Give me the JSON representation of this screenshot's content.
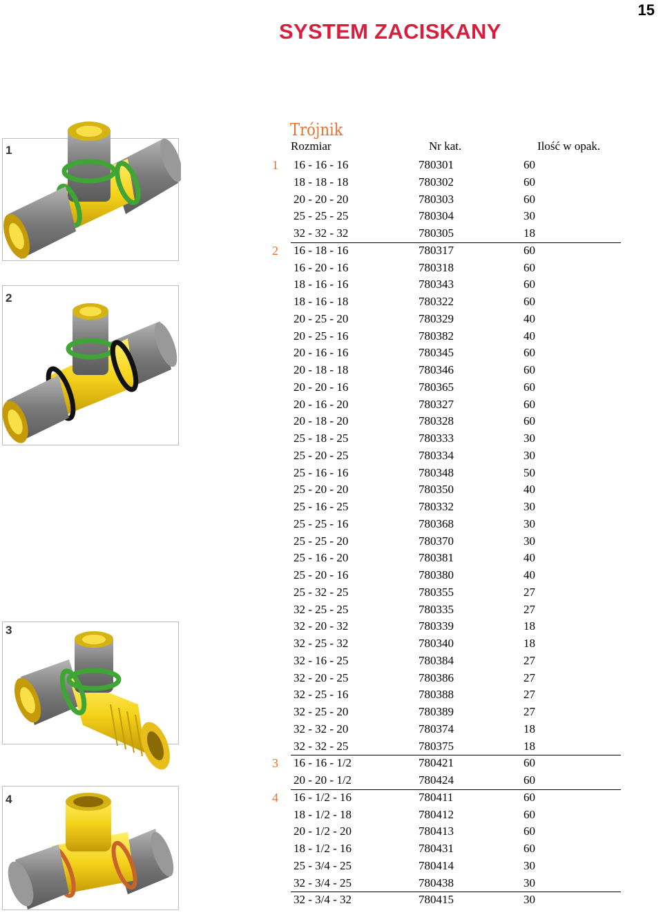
{
  "page_number": "15",
  "page_title": "SYSTEM ZACISKANY",
  "section_title": "Trójnik",
  "headers": {
    "size": "Rozmiar",
    "catalog": "Nr kat.",
    "quantity": "Ilość w opak."
  },
  "figure_labels": [
    "1",
    "2",
    "3",
    "4"
  ],
  "rows": [
    {
      "group": "1",
      "size": "16 - 16 - 16",
      "cat": "780301",
      "qty": "60"
    },
    {
      "group": "",
      "size": "18 - 18 - 18",
      "cat": "780302",
      "qty": "60"
    },
    {
      "group": "",
      "size": "20 - 20 - 20",
      "cat": "780303",
      "qty": "60"
    },
    {
      "group": "",
      "size": "25 - 25 - 25",
      "cat": "780304",
      "qty": "30"
    },
    {
      "group": "",
      "size": "32 - 32 - 32",
      "cat": "780305",
      "qty": "18"
    },
    {
      "group": "2",
      "size": "16 - 18 - 16",
      "cat": "780317",
      "qty": "60"
    },
    {
      "group": "",
      "size": "16 - 20 - 16",
      "cat": "780318",
      "qty": "60"
    },
    {
      "group": "",
      "size": "18 - 16 - 16",
      "cat": "780343",
      "qty": "60"
    },
    {
      "group": "",
      "size": "18 - 16 - 18",
      "cat": "780322",
      "qty": "60"
    },
    {
      "group": "",
      "size": "20 - 25 - 20",
      "cat": "780329",
      "qty": "40"
    },
    {
      "group": "",
      "size": "20 - 25 - 16",
      "cat": "780382",
      "qty": "40"
    },
    {
      "group": "",
      "size": "20 - 16 - 16",
      "cat": "780345",
      "qty": "60"
    },
    {
      "group": "",
      "size": "20 - 18 - 18",
      "cat": "780346",
      "qty": "60"
    },
    {
      "group": "",
      "size": "20 - 20 - 16",
      "cat": "780365",
      "qty": "60"
    },
    {
      "group": "",
      "size": "20 - 16 - 20",
      "cat": "780327",
      "qty": "60"
    },
    {
      "group": "",
      "size": "20 - 18 - 20",
      "cat": "780328",
      "qty": "60"
    },
    {
      "group": "",
      "size": "25 - 18 - 25",
      "cat": "780333",
      "qty": "30"
    },
    {
      "group": "",
      "size": "25 - 20 - 25",
      "cat": "780334",
      "qty": "30"
    },
    {
      "group": "",
      "size": "25 - 16 - 16",
      "cat": "780348",
      "qty": "50"
    },
    {
      "group": "",
      "size": "25 - 20 - 20",
      "cat": "780350",
      "qty": "40"
    },
    {
      "group": "",
      "size": "25 - 16 - 25",
      "cat": "780332",
      "qty": "30"
    },
    {
      "group": "",
      "size": "25 - 25 - 16",
      "cat": "780368",
      "qty": "30"
    },
    {
      "group": "",
      "size": "25 - 25 - 20",
      "cat": "780370",
      "qty": "30"
    },
    {
      "group": "",
      "size": "25 - 16 - 20",
      "cat": "780381",
      "qty": "40"
    },
    {
      "group": "",
      "size": "25 - 20 - 16",
      "cat": "780380",
      "qty": "40"
    },
    {
      "group": "",
      "size": "25 - 32 - 25",
      "cat": "780355",
      "qty": "27"
    },
    {
      "group": "",
      "size": "32 - 25 - 25",
      "cat": "780335",
      "qty": "27"
    },
    {
      "group": "",
      "size": "32 - 20 - 32",
      "cat": "780339",
      "qty": "18"
    },
    {
      "group": "",
      "size": "32 - 25 - 32",
      "cat": "780340",
      "qty": "18"
    },
    {
      "group": "",
      "size": "32 - 16 - 25",
      "cat": "780384",
      "qty": "27"
    },
    {
      "group": "",
      "size": "32 - 20 - 25",
      "cat": "780386",
      "qty": "27"
    },
    {
      "group": "",
      "size": "32 - 25 - 16",
      "cat": "780388",
      "qty": "27"
    },
    {
      "group": "",
      "size": "32 - 25 - 20",
      "cat": "780389",
      "qty": "27"
    },
    {
      "group": "",
      "size": "32 - 32 - 20",
      "cat": "780374",
      "qty": "18"
    },
    {
      "group": "",
      "size": "32 - 32 - 25",
      "cat": "780375",
      "qty": "18"
    },
    {
      "group": "3",
      "size": "16 - 16 - 1/2",
      "cat": "780421",
      "qty": "60"
    },
    {
      "group": "",
      "size": "20 - 20 - 1/2",
      "cat": "780424",
      "qty": "60"
    },
    {
      "group": "4",
      "size": "16 - 1/2 - 16",
      "cat": "780411",
      "qty": "60"
    },
    {
      "group": "",
      "size": "18 - 1/2 - 18",
      "cat": "780412",
      "qty": "60"
    },
    {
      "group": "",
      "size": "20 - 1/2 - 20",
      "cat": "780413",
      "qty": "60"
    },
    {
      "group": "",
      "size": "18 - 1/2 - 16",
      "cat": "780431",
      "qty": "60"
    },
    {
      "group": "",
      "size": "25 - 3/4 - 25",
      "cat": "780414",
      "qty": "30"
    },
    {
      "group": "",
      "size": "32 - 3/4 - 25",
      "cat": "780438",
      "qty": "30"
    },
    {
      "group": "",
      "size": "32 - 3/4 - 32",
      "cat": "780415",
      "qty": "30"
    }
  ],
  "colors": {
    "title": "#d81e3c",
    "accent": "#e8712e",
    "brass": "#f5d21a",
    "ring_green": "#3fa535",
    "ring_black": "#111111",
    "ring_copper": "#c8642a",
    "sleeve_gray": "#8a8a8a"
  }
}
